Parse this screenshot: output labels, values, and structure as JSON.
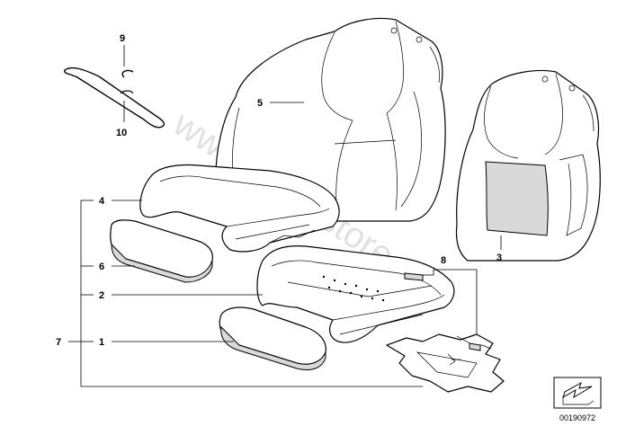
{
  "callouts": {
    "c1": "1",
    "c2": "2",
    "c3": "3",
    "c4": "4",
    "c5": "5",
    "c6": "6",
    "c7": "7",
    "c8": "8",
    "c9": "9",
    "c10": "10"
  },
  "watermark": "www.BMWstore.pl",
  "diagram_id": "00190972",
  "icons": {
    "corner": "arrow-box-icon"
  }
}
